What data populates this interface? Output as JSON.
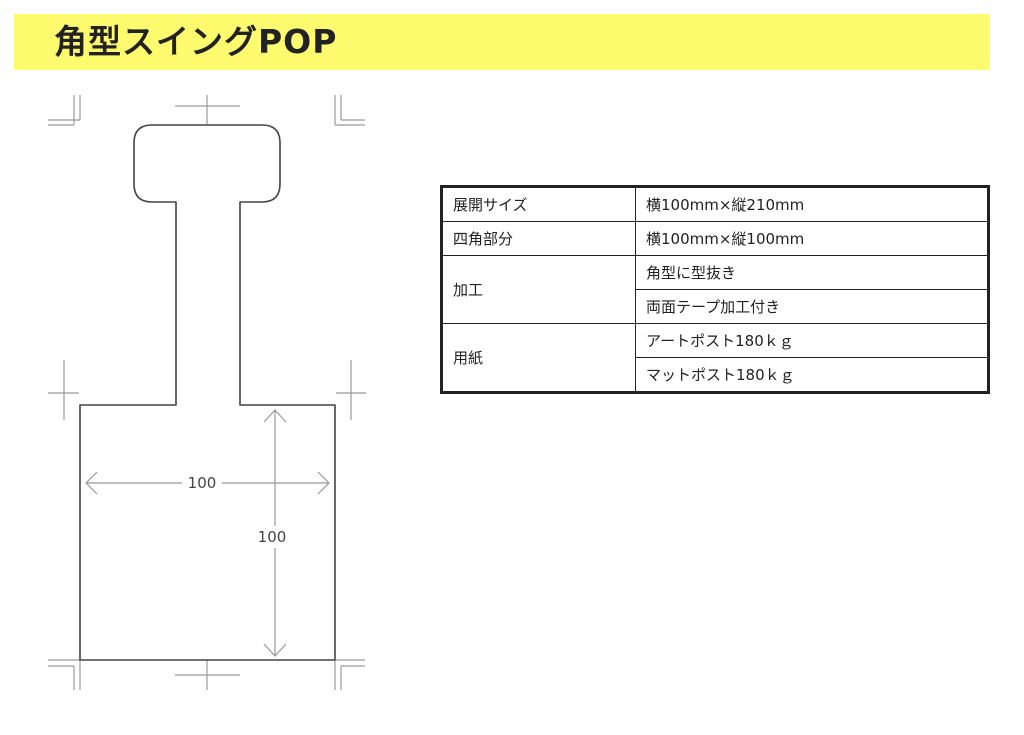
{
  "title": "角型スイングPOP",
  "diagram": {
    "width_label": "100",
    "height_label": "100"
  },
  "spec_table": {
    "rows": [
      {
        "label": "展開サイズ",
        "values": [
          "横100mm×縦210mm"
        ]
      },
      {
        "label": "四角部分",
        "values": [
          "横100mm×縦100mm"
        ]
      },
      {
        "label": "加工",
        "values": [
          "角型に型抜き",
          "両面テープ加工付き"
        ]
      },
      {
        "label": "用紙",
        "values": [
          "アートポスト180ｋｇ",
          "マットポスト180ｋｇ"
        ]
      }
    ]
  },
  "colors": {
    "title_bar": "#fffb6e",
    "outline": "#444444",
    "crop_marks": "#999999",
    "table_border": "#222222"
  }
}
